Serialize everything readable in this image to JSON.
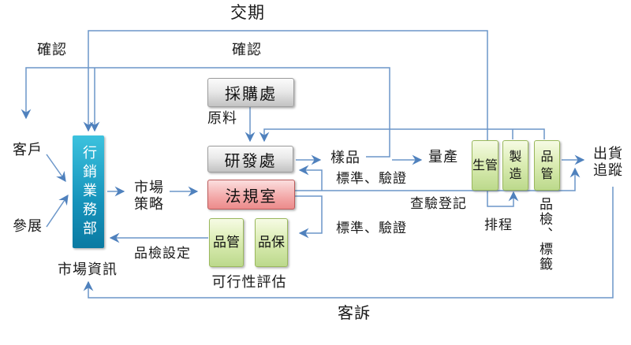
{
  "labels": {
    "delivery": "交期",
    "confirm_left": "確認",
    "confirm_center": "確認",
    "customer": "客戶",
    "exhibition": "參展",
    "market_strategy": "市場策略",
    "market_info": "市場資訊",
    "inspection_setting": "品檢設定",
    "raw_material": "原料",
    "feasibility": "可行性評估",
    "sample": "樣品",
    "standard_verify_upper": "標準、驗證",
    "standard_verify_lower": "標準、驗證",
    "inspection_registration": "查驗登記",
    "mass_production": "量產",
    "scheduling": "排程",
    "inspection_labeling": "品檢、標籤",
    "shipping_tracking": "出貨追蹤",
    "complaint": "客訴"
  },
  "nodes": {
    "marketing_dept": "行銷業務部",
    "purchasing_office": "採購處",
    "rnd_office": "研發處",
    "regulatory_office": "法規室",
    "qc_unit": "品管",
    "qa_unit": "品保",
    "production_mgmt": "生管",
    "manufacturing": "製造",
    "qc_line": "品管"
  },
  "colors": {
    "connector_line": "#6b96c9",
    "arrowhead": "#4f81bd",
    "marketing_box_top": "#3cc2de",
    "marketing_box_bottom": "#0b7aa2",
    "gray_box": "#d9d9d9",
    "regulatory_box": "#f3a8a8",
    "green_box": "#d3e8a5"
  }
}
